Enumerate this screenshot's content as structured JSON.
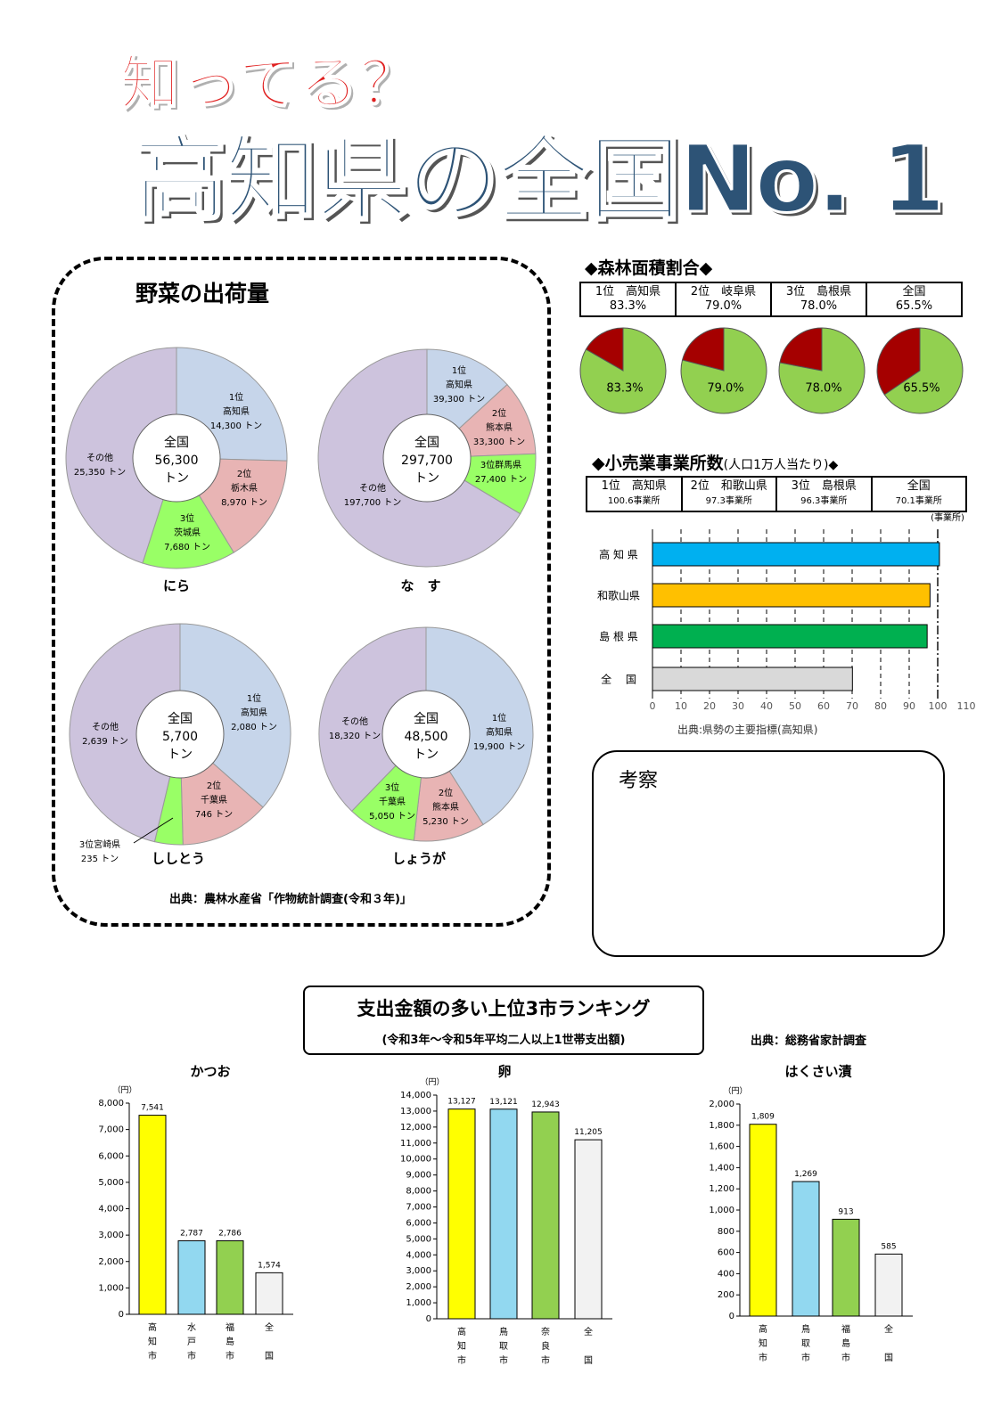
{
  "header": {
    "subtitle": "知ってる？",
    "title": "高知県の全国No. 1"
  },
  "vegetables": {
    "title": "野菜の出荷量",
    "source": "出典：農林水産省「作物統計調査(令和３年)」"
  },
  "forest": {
    "heading": "◆森林面積割合◆",
    "ranks": [
      {
        "rank": "1位　高知県",
        "value": "83.3%"
      },
      {
        "rank": "2位　岐阜県",
        "value": "79.0%"
      },
      {
        "rank": "3位　島根県",
        "value": "78.0%"
      },
      {
        "rank": "全国",
        "value": "65.5%"
      }
    ]
  },
  "retail": {
    "heading": "◆小売業事業所数",
    "heading_small": "(人口1万人当たり)◆",
    "unit": "(事業所)",
    "source": "出典:県勢の主要指標(高知県)",
    "ranks": [
      {
        "rank": "1位　高知県",
        "value": "100.6事業所"
      },
      {
        "rank": "2位　和歌山県",
        "value": "97.3事業所"
      },
      {
        "rank": "3位　島根県",
        "value": "96.3事業所"
      },
      {
        "rank": "全国",
        "value": "70.1事業所"
      }
    ]
  },
  "kousatsu": {
    "label": "考察"
  },
  "ranking": {
    "title": "支出金額の多い上位3市ランキング",
    "subtitle": "(令和3年～令和5年平均二人以上1世帯支出額)",
    "source": "出典：総務省家計調査"
  },
  "colors": {
    "pie_kochi": "#c6d5ea",
    "pie_2nd": "#e8b4b4",
    "pie_3rd": "#99ff66",
    "pie_other": "#cdc3dd",
    "forest_green": "#92d050",
    "forest_red": "#a50000",
    "bar_kochi": "#00b0f0",
    "bar_wakayama": "#ffc000",
    "bar_shimane": "#00b050",
    "bar_national": "#d9d9d9",
    "bar_yellow": "#ffff00",
    "bar_lightblue": "#92d8f0",
    "bar_green": "#92d050",
    "bar_white": "#f2f2f2"
  },
  "chart_data": [
    {
      "type": "pie",
      "name": "にら",
      "center": [
        "全国",
        "56,300",
        "トン"
      ],
      "slices": [
        {
          "label": [
            "1位",
            "高知県",
            "14,300 トン"
          ],
          "value": 14300,
          "color": "#c6d5ea"
        },
        {
          "label": [
            "2位",
            "栃木県",
            "8,970 トン"
          ],
          "value": 8970,
          "color": "#e8b4b4"
        },
        {
          "label": [
            "3位",
            "茨城県",
            "7,680 トン"
          ],
          "value": 7680,
          "color": "#99ff66"
        },
        {
          "label": [
            "その他",
            "25,350 トン"
          ],
          "value": 25350,
          "color": "#cdc3dd"
        }
      ]
    },
    {
      "type": "pie",
      "name": "な　す",
      "center": [
        "全国",
        "297,700",
        "トン"
      ],
      "slices": [
        {
          "label": [
            "1位",
            "高知県",
            "39,300 トン"
          ],
          "value": 39300,
          "color": "#c6d5ea"
        },
        {
          "label": [
            "2位",
            "熊本県",
            "33,300 トン"
          ],
          "value": 33300,
          "color": "#e8b4b4"
        },
        {
          "label": [
            "3位群馬県",
            "27,400 トン"
          ],
          "value": 27400,
          "color": "#99ff66"
        },
        {
          "label": [
            "その他",
            "197,700 トン"
          ],
          "value": 197700,
          "color": "#cdc3dd"
        }
      ]
    },
    {
      "type": "pie",
      "name": "ししとう",
      "center": [
        "全国",
        "5,700",
        "トン"
      ],
      "slices": [
        {
          "label": [
            "1位",
            "高知県",
            "2,080 トン"
          ],
          "value": 2080,
          "color": "#c6d5ea"
        },
        {
          "label": [
            "2位",
            "千葉県",
            "746 トン"
          ],
          "value": 746,
          "color": "#e8b4b4"
        },
        {
          "label": [
            "3位宮崎県",
            "235 トン"
          ],
          "value": 235,
          "color": "#99ff66"
        },
        {
          "label": [
            "その他",
            "2,639 トン"
          ],
          "value": 2639,
          "color": "#cdc3dd"
        }
      ]
    },
    {
      "type": "pie",
      "name": "しょうが",
      "center": [
        "全国",
        "48,500",
        "トン"
      ],
      "slices": [
        {
          "label": [
            "1位",
            "高知県",
            "19,900 トン"
          ],
          "value": 19900,
          "color": "#c6d5ea"
        },
        {
          "label": [
            "2位",
            "熊本県",
            "5,230 トン"
          ],
          "value": 5230,
          "color": "#e8b4b4"
        },
        {
          "label": [
            "3位",
            "千葉県",
            "5,050 トン"
          ],
          "value": 5050,
          "color": "#99ff66"
        },
        {
          "label": [
            "その他",
            "18,320 トン"
          ],
          "value": 18320,
          "color": "#cdc3dd"
        }
      ]
    },
    {
      "type": "pie",
      "name": "森林面積割合",
      "slices": [
        {
          "label": "高知県",
          "values": [
            83.3,
            16.7
          ]
        },
        {
          "label": "岐阜県",
          "values": [
            79.0,
            21.0
          ]
        },
        {
          "label": "島根県",
          "values": [
            78.0,
            22.0
          ]
        },
        {
          "label": "全国",
          "values": [
            65.5,
            34.5
          ]
        }
      ]
    },
    {
      "type": "bar",
      "orientation": "horizontal",
      "name": "小売業事業所数",
      "categories": [
        "高 知 県",
        "和歌山県",
        "島 根 県",
        "全　 国"
      ],
      "values": [
        100.6,
        97.3,
        96.3,
        70.1
      ],
      "colors": [
        "#00b0f0",
        "#ffc000",
        "#00b050",
        "#d9d9d9"
      ],
      "xlim": [
        0,
        110
      ],
      "xticks": [
        0,
        10,
        20,
        30,
        40,
        50,
        60,
        70,
        80,
        90,
        100,
        110
      ],
      "ylabel": "(事業所)"
    },
    {
      "type": "bar",
      "name": "かつお",
      "ylabel": "（円）",
      "categories": [
        "高知市",
        "水戸市",
        "福島市",
        "全国"
      ],
      "values": [
        7541,
        2787,
        2786,
        1574
      ],
      "value_labels": [
        "7,541",
        "2,787",
        "2,786",
        "1,574"
      ],
      "ylim": [
        0,
        8000
      ],
      "ystep": 1000,
      "colors": [
        "#ffff00",
        "#92d8f0",
        "#92d050",
        "#f2f2f2"
      ]
    },
    {
      "type": "bar",
      "name": "卵",
      "ylabel": "（円）",
      "categories": [
        "高知市",
        "鳥取市",
        "奈良市",
        "全国"
      ],
      "values": [
        13127,
        13121,
        12943,
        11205
      ],
      "value_labels": [
        "13,127",
        "13,121",
        "12,943",
        "11,205"
      ],
      "ylim": [
        0,
        14000
      ],
      "ystep": 1000,
      "colors": [
        "#ffff00",
        "#92d8f0",
        "#92d050",
        "#f2f2f2"
      ]
    },
    {
      "type": "bar",
      "name": "はくさい漬",
      "ylabel": "（円）",
      "categories": [
        "高知市",
        "鳥取市",
        "福島市",
        "全国"
      ],
      "values": [
        1809,
        1269,
        913,
        585
      ],
      "value_labels": [
        "1,809",
        "1,269",
        "913",
        "585"
      ],
      "ylim": [
        0,
        2000
      ],
      "ystep": 200,
      "colors": [
        "#ffff00",
        "#92d8f0",
        "#92d050",
        "#f2f2f2"
      ]
    }
  ]
}
